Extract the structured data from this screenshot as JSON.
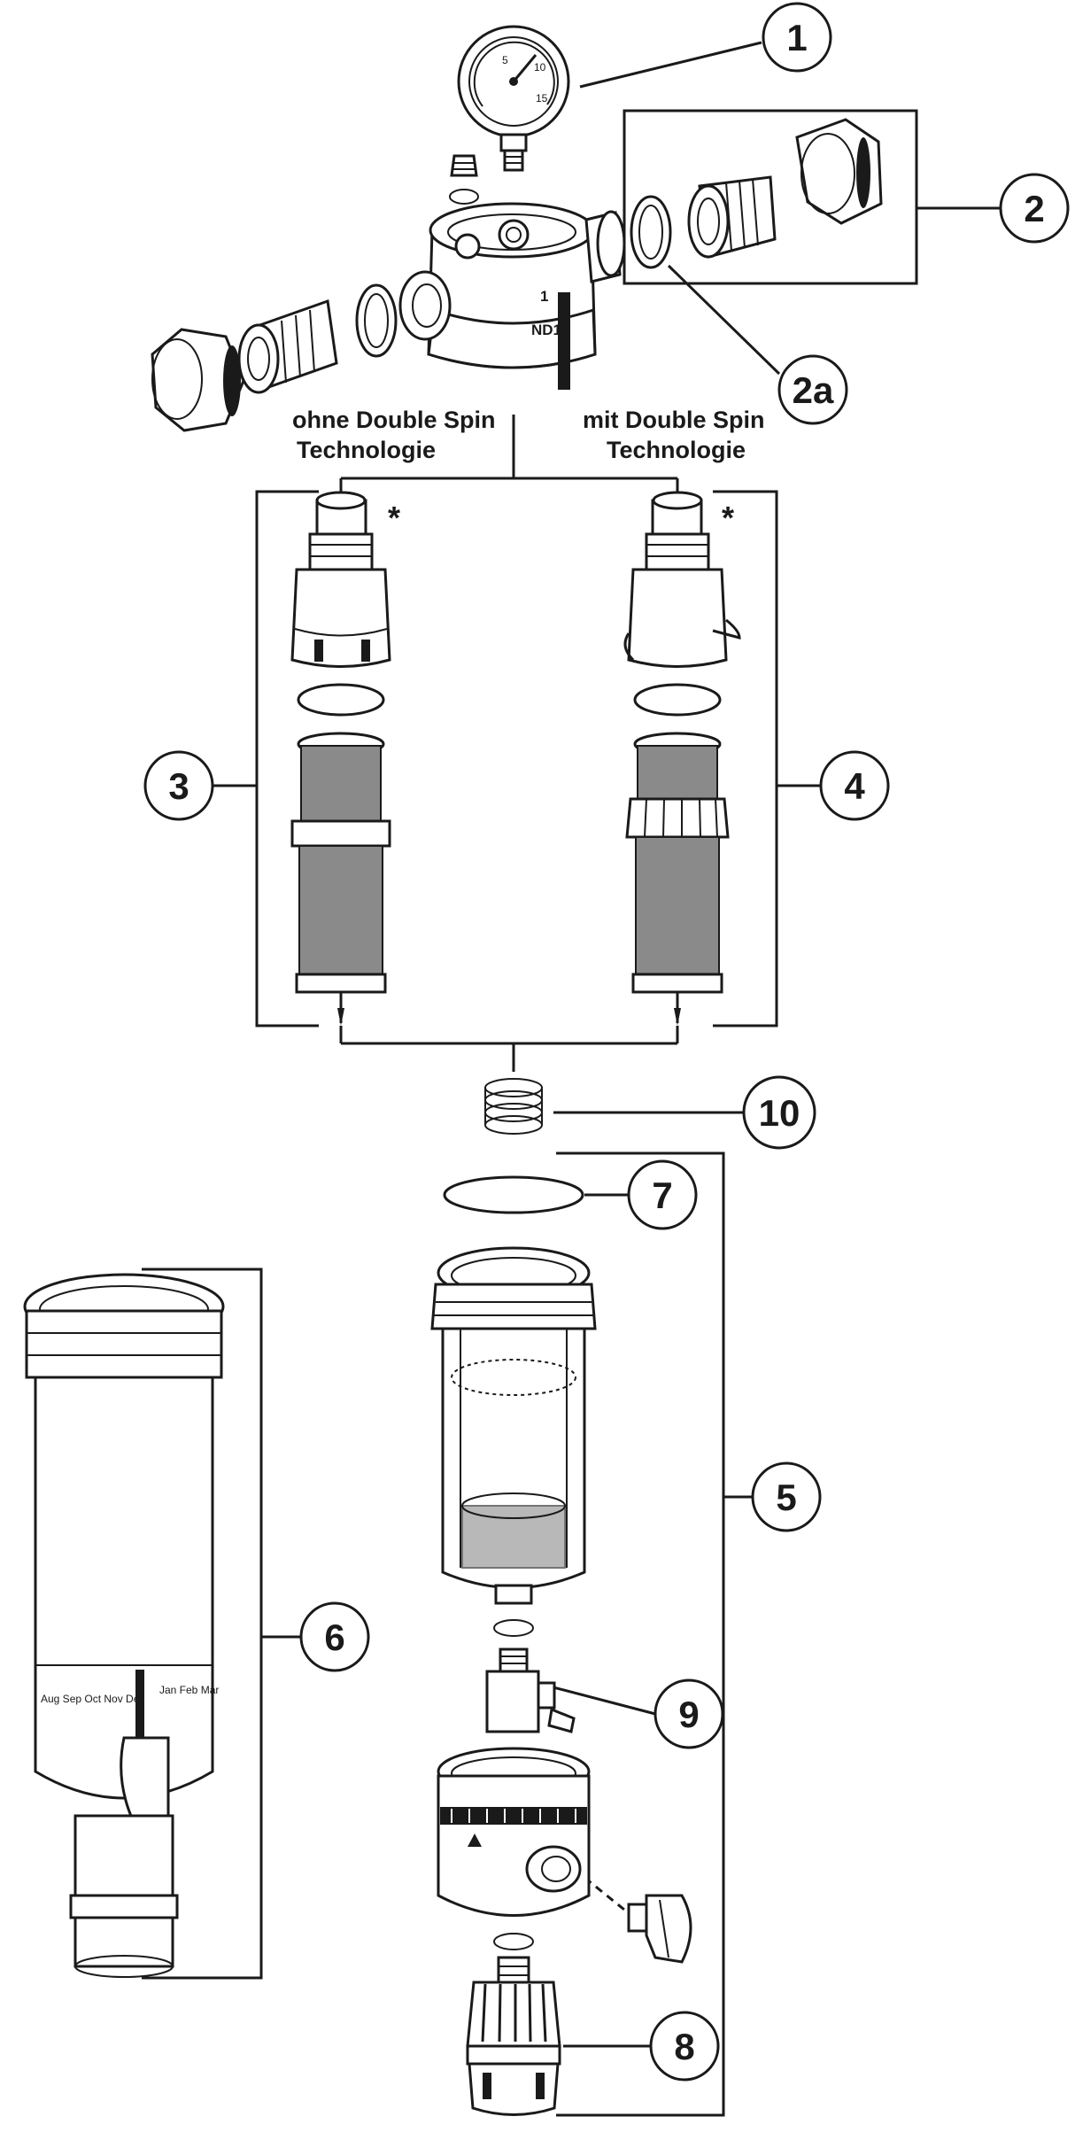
{
  "labels": {
    "without_double_spin": [
      "ohne Double Spin",
      "Technologie"
    ],
    "with_double_spin": [
      "mit Double Spin",
      "Technologie"
    ],
    "asterisk": "*",
    "gauge_marks": [
      "5",
      "10",
      "15"
    ],
    "housing_marks": [
      "1",
      "ND16"
    ],
    "sleeve_text": [
      "Jan Feb Mar",
      "Aug Sep Oct Nov Dez"
    ]
  },
  "callouts": [
    "1",
    "2",
    "2a",
    "3",
    "4",
    "5",
    "6",
    "7",
    "8",
    "9",
    "10"
  ],
  "colors": {
    "ink": "#1a1a1a",
    "paper": "#ffffff",
    "mesh": "#8a8a8a"
  }
}
